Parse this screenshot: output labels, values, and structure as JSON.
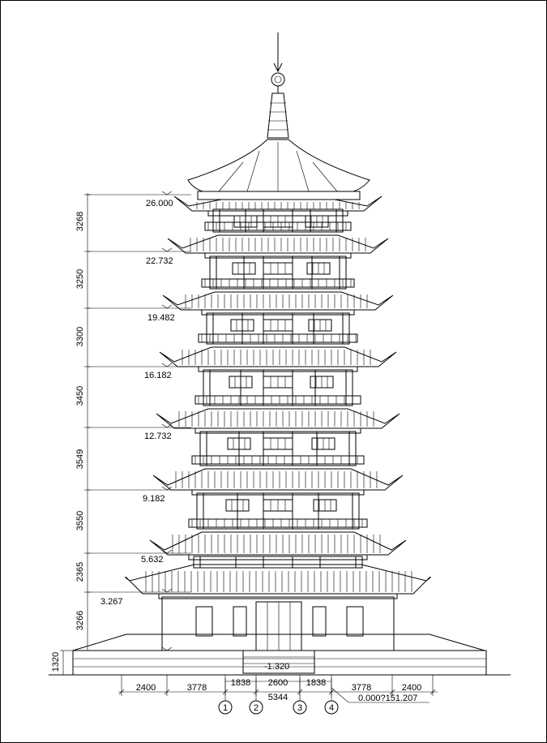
{
  "title": "",
  "elevations": [
    "26.000",
    "22.732",
    "19.482",
    "16.182",
    "12.732",
    "9.182",
    "5.632",
    "3.267",
    "-1.320"
  ],
  "vertical_dims": [
    "3268",
    "3250",
    "3300",
    "3450",
    "3549",
    "3550",
    "2365",
    "3266",
    "1320"
  ],
  "bottom_dims_row1": [
    "2400",
    "3778",
    "1838",
    "2600",
    "1838",
    "3778",
    "2400"
  ],
  "bottom_dims_row2": [
    "5344"
  ],
  "axis_labels": [
    "1",
    "2",
    "3",
    "4"
  ],
  "leader_note": "0.000?151.207",
  "ground_label": "-1.320"
}
